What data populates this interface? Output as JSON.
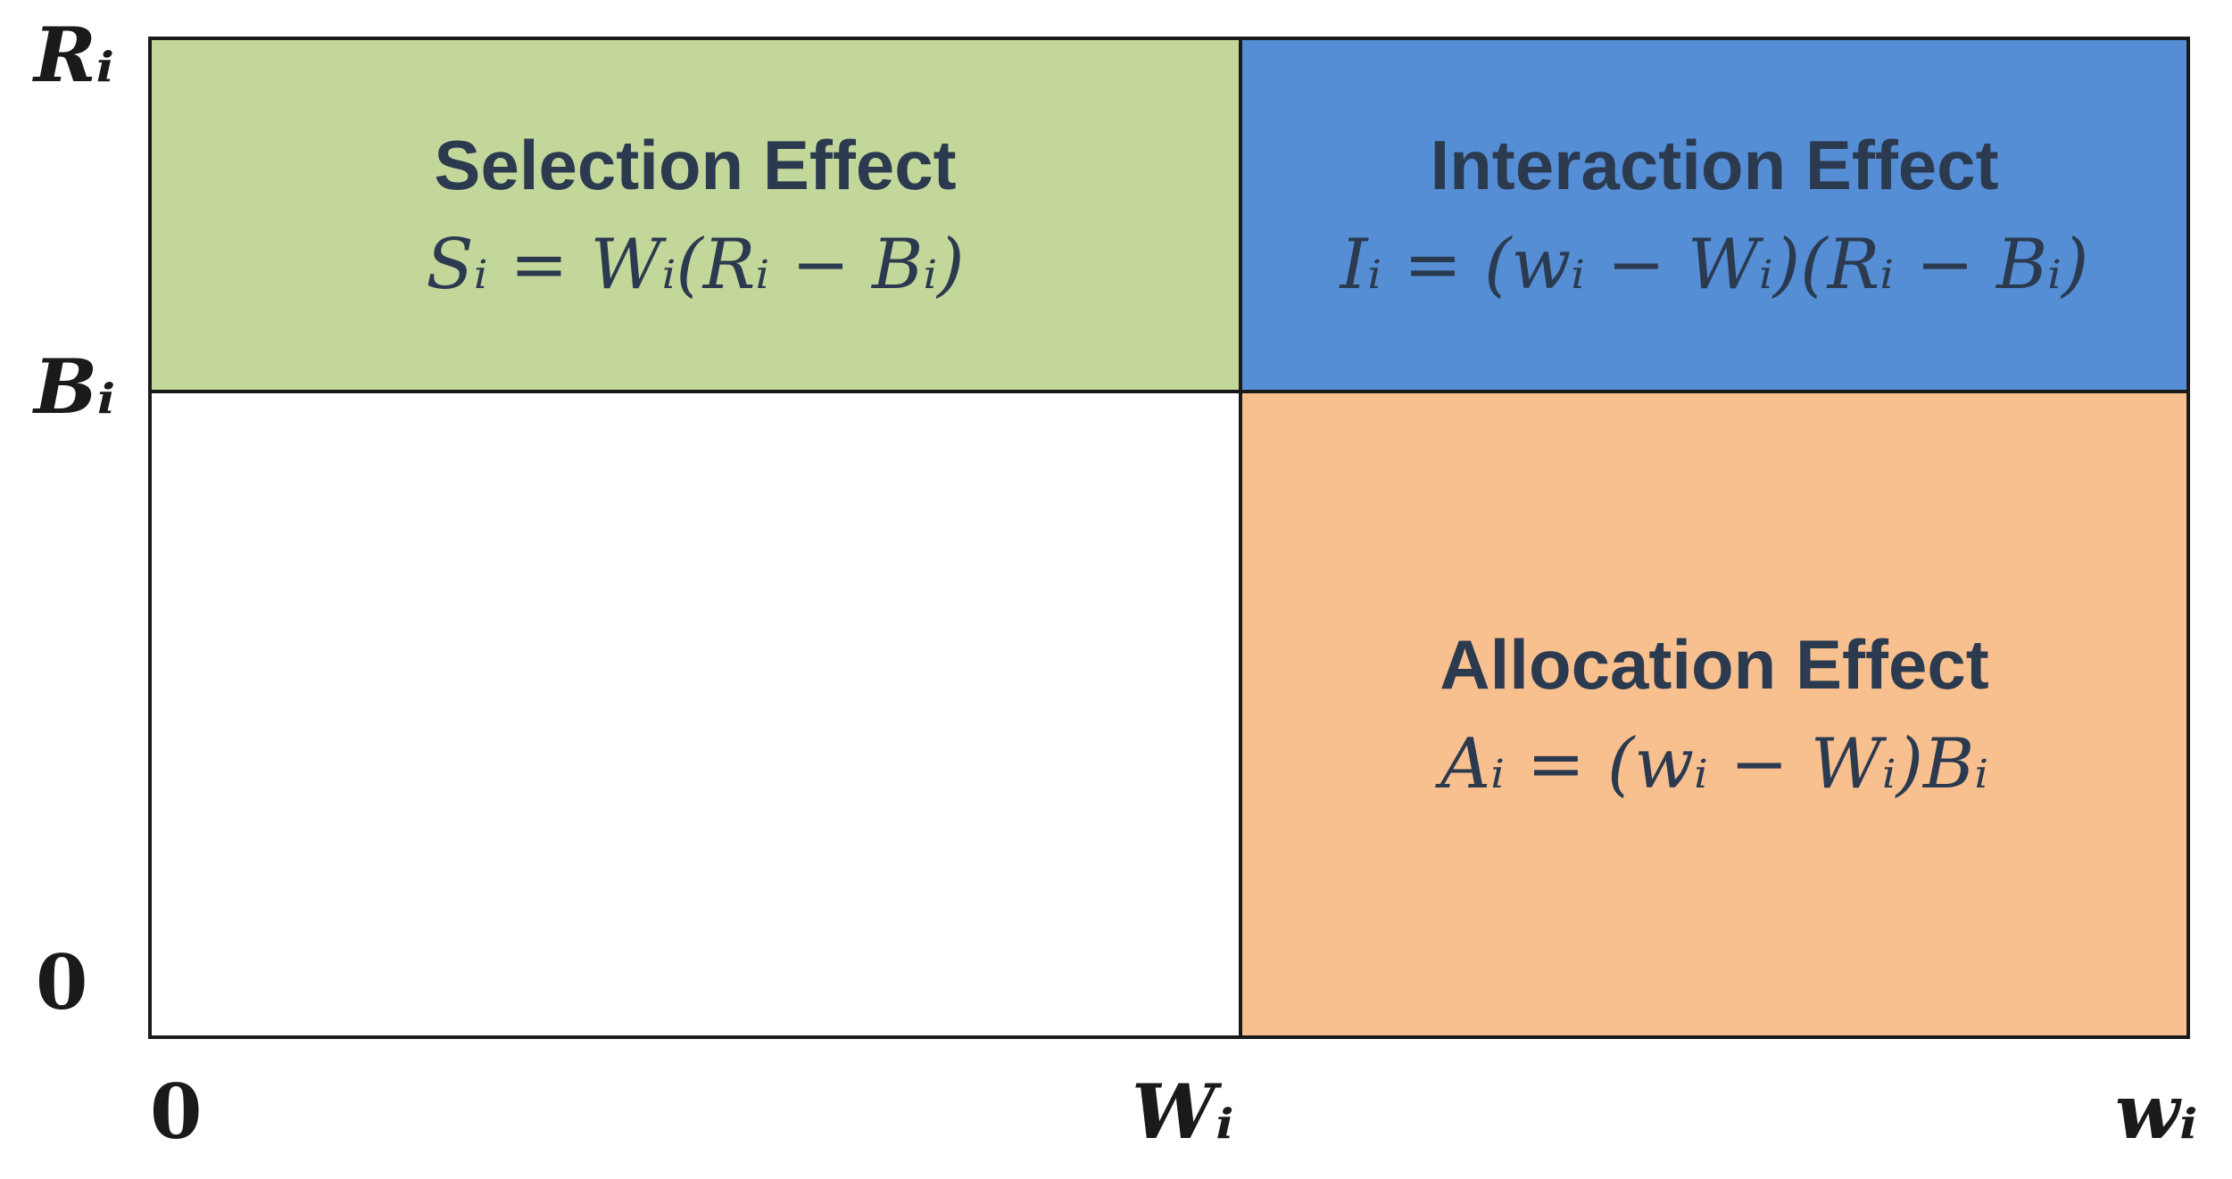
{
  "colors": {
    "selection": "#c4d79b",
    "interaction": "#558ed5",
    "allocation": "#f8c08f",
    "empty": "#ffffff",
    "text": "#2b3a4f",
    "border": "#1a1a1a"
  },
  "axes": {
    "y_top": "Rᵢ",
    "y_mid": "Bᵢ",
    "y_zero": "0",
    "x_zero": "0",
    "x_mid": "Wᵢ",
    "x_right": "wᵢ"
  },
  "quadrants": {
    "selection": {
      "title": "Selection Effect",
      "formula": "Sᵢ = Wᵢ(Rᵢ − Bᵢ)"
    },
    "interaction": {
      "title": "Interaction Effect",
      "formula": "Iᵢ = (wᵢ − Wᵢ)(Rᵢ − Bᵢ)"
    },
    "allocation": {
      "title": "Allocation Effect",
      "formula": "Aᵢ = (wᵢ − Wᵢ)Bᵢ"
    }
  }
}
